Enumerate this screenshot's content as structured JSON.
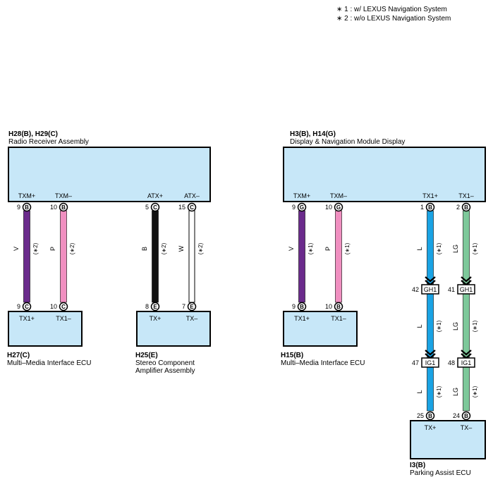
{
  "notes": [
    "∗ 1 : w/ LEXUS Navigation System",
    "∗ 2 : w/o LEXUS Navigation System"
  ],
  "colors": {
    "box_fill": "#c7e7f8",
    "stroke": "#000000",
    "violet": "#6b2b8c",
    "pink": "#f08fc0",
    "black": "#111111",
    "white": "#ffffff",
    "blue": "#1aa3e4",
    "light_green": "#7dc89a"
  },
  "components": {
    "radio": {
      "code": "H28(B), H29(C)",
      "name": "Radio Receiver Assembly"
    },
    "display": {
      "code": "H3(B), H14(G)",
      "name": "Display & Navigation Module Display"
    },
    "mmi_left": {
      "code": "H27(C)",
      "name": "Multi–Media Interface ECU"
    },
    "amp": {
      "code": "H25(E)",
      "name": "Stereo Component",
      "name2": "Amplifier Assembly"
    },
    "mmi_right": {
      "code": "H15(B)",
      "name": "Multi–Media Interface ECU"
    },
    "parking": {
      "code": "I3(B)",
      "name": "Parking Assist ECU"
    }
  },
  "wires": [
    {
      "top_pin": "9",
      "top_conn": "B",
      "top_label": "TXM+",
      "color_code": "V",
      "variant": "(∗2)",
      "wire_color": "violet",
      "bottom_pin": "9",
      "bottom_conn": "C",
      "bottom_label": "TX1+"
    },
    {
      "top_pin": "10",
      "top_conn": "B",
      "top_label": "TXM–",
      "color_code": "P",
      "variant": "(∗2)",
      "wire_color": "pink",
      "bottom_pin": "10",
      "bottom_conn": "C",
      "bottom_label": "TX1–"
    },
    {
      "top_pin": "5",
      "top_conn": "C",
      "top_label": "ATX+",
      "color_code": "B",
      "variant": "(∗2)",
      "wire_color": "black",
      "bottom_pin": "8",
      "bottom_conn": "E",
      "bottom_label": "TX+"
    },
    {
      "top_pin": "15",
      "top_conn": "C",
      "top_label": "ATX–",
      "color_code": "W",
      "variant": "(∗2)",
      "wire_color": "white",
      "bottom_pin": "7",
      "bottom_conn": "E",
      "bottom_label": "TX–"
    },
    {
      "top_pin": "9",
      "top_conn": "G",
      "top_label": "TXM+",
      "color_code": "V",
      "variant": "(∗1)",
      "wire_color": "violet",
      "bottom_pin": "9",
      "bottom_conn": "B",
      "bottom_label": "TX1+"
    },
    {
      "top_pin": "10",
      "top_conn": "G",
      "top_label": "TXM–",
      "color_code": "P",
      "variant": "(∗1)",
      "wire_color": "pink",
      "bottom_pin": "10",
      "bottom_conn": "B",
      "bottom_label": "TX1–"
    },
    {
      "top_pin": "1",
      "top_conn": "B",
      "top_label": "TX1+",
      "color_code": "L",
      "variant": "(∗1)",
      "wire_color": "blue",
      "bottom_pin": "25",
      "bottom_conn": "B",
      "bottom_label": "TX+",
      "segments": [
        {
          "color_code": "L",
          "variant": "(∗1)"
        },
        {
          "color_code": "L",
          "variant": "(∗1)"
        }
      ],
      "connectors": [
        {
          "pin": "42",
          "name": "GH1"
        },
        {
          "pin": "47",
          "name": "IG1"
        }
      ]
    },
    {
      "top_pin": "2",
      "top_conn": "B",
      "top_label": "TX1–",
      "color_code": "LG",
      "variant": "(∗1)",
      "wire_color": "light_green",
      "bottom_pin": "24",
      "bottom_conn": "B",
      "bottom_label": "TX–",
      "segments": [
        {
          "color_code": "LG",
          "variant": "(∗1)"
        },
        {
          "color_code": "LG",
          "variant": "(∗1)"
        }
      ],
      "connectors": [
        {
          "pin": "41",
          "name": "GH1"
        },
        {
          "pin": "48",
          "name": "IG1"
        }
      ]
    }
  ]
}
